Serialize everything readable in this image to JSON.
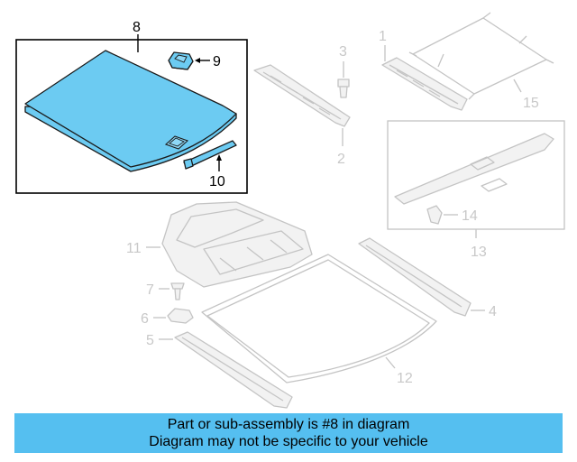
{
  "callouts": {
    "c1": "1",
    "c2": "2",
    "c3": "3",
    "c4": "4",
    "c5": "5",
    "c6": "6",
    "c7": "7",
    "c8": "8",
    "c9": "9",
    "c10": "10",
    "c11": "11",
    "c12": "12",
    "c13": "13",
    "c14": "14",
    "c15": "15"
  },
  "banner": {
    "line1": "Part or sub-assembly is #8 in diagram",
    "line2": "Diagram may not be specific to your vehicle"
  },
  "colors": {
    "highlight_fill": "#6ccbf2",
    "banner_bg": "#55bff0",
    "ghost_line": "#c4c4c4"
  }
}
